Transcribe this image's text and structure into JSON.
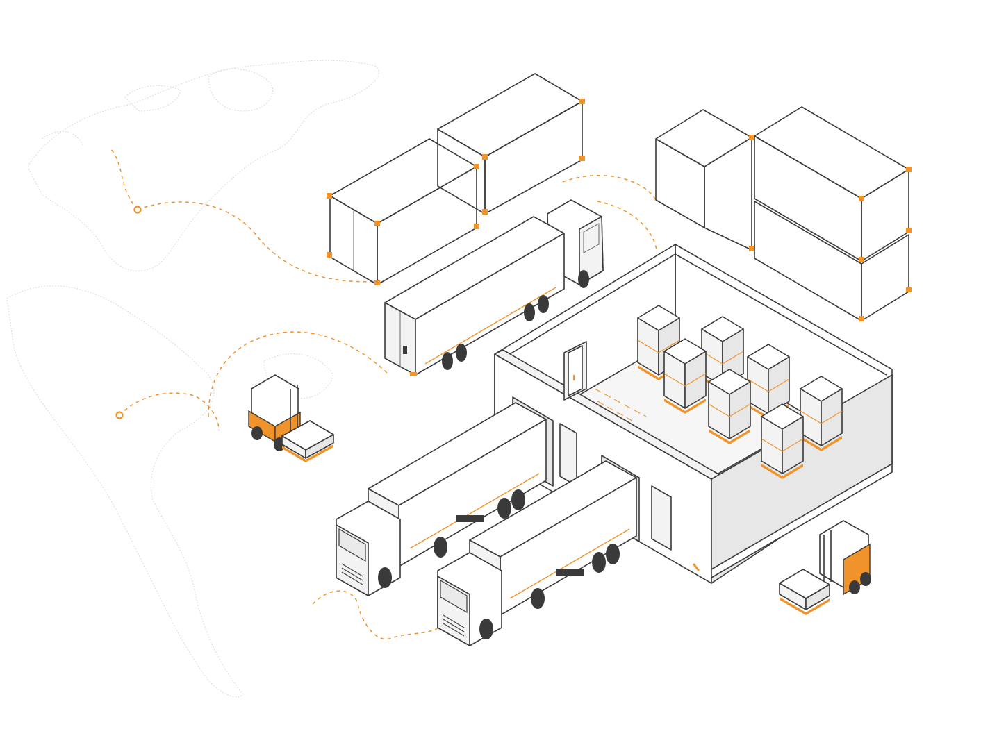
{
  "scene": {
    "description_free": true,
    "colors": {
      "accent": "#f0932b",
      "line": "#3a3a3a",
      "map": "#d9d9d9",
      "fill_light": "#f3f3f3",
      "fill_mid": "#e7e7e7"
    },
    "icons": [
      "world-map-icon",
      "route-marker-icon",
      "shipping-container-icon",
      "semi-truck-icon",
      "forklift-icon",
      "pallet-icon",
      "warehouse-icon",
      "loading-dock-icon"
    ],
    "counts": {
      "shipping_containers": 5,
      "semi_trucks": 3,
      "forklifts": 2,
      "warehouse_pallet_stacks": 7,
      "loading_docks": 2,
      "route_markers": 2
    }
  }
}
